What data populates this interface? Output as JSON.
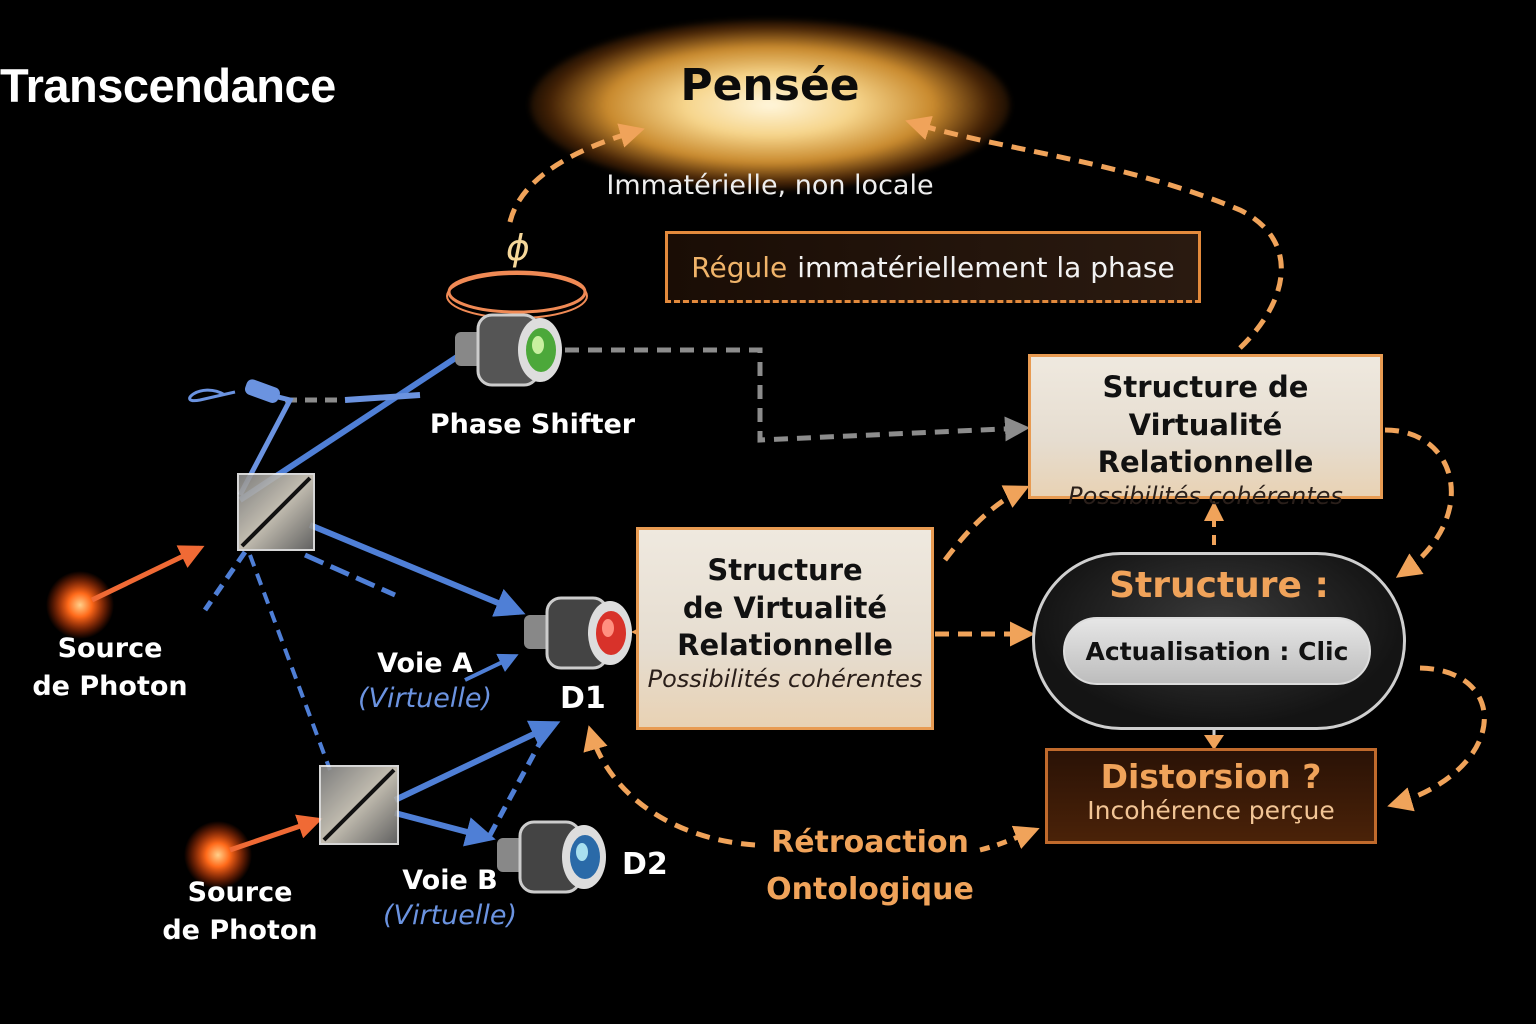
{
  "title": "Transcendance",
  "thought": {
    "title": "Pensée",
    "subtitle": "Immatérielle, non locale"
  },
  "phase": {
    "symbol": "ϕ",
    "regulation_highlight": "Régule",
    "regulation_rest": "immatériellement la phase",
    "shifter_label": "Phase Shifter"
  },
  "sources": [
    {
      "line1": "Source",
      "line2": "de Photon"
    },
    {
      "line1": "Source",
      "line2": "de Photon"
    }
  ],
  "paths": [
    {
      "name": "Voie A",
      "qualifier": "(Virtuelle)"
    },
    {
      "name": "Voie B",
      "qualifier": "(Virtuelle)"
    }
  ],
  "detectors": [
    {
      "label": "D1",
      "color": "#d8322a"
    },
    {
      "label": "D2",
      "color": "#3a8ad0"
    }
  ],
  "structure_top": {
    "line1": "Structure de Virtualité",
    "line2": "Relationnelle",
    "sub": "Possibilités cohérentes"
  },
  "structure_mid": {
    "line1": "Structure",
    "line2": "de Virtualité",
    "line3": "Relationnelle",
    "sub": "Possibilités cohérentes"
  },
  "structure_pill": {
    "title": "Structure :",
    "inner": "Actualisation : Clic"
  },
  "distortion": {
    "title": "Distorsion ?",
    "sub": "Incohérence perçue"
  },
  "feedback": {
    "line1": "Rétroaction",
    "line2": "Ontologique"
  },
  "colors": {
    "orange": "#f0a35a",
    "beam_blue": "#4f7fd6",
    "grey_dash": "#8c8c8c",
    "background": "#000000"
  }
}
